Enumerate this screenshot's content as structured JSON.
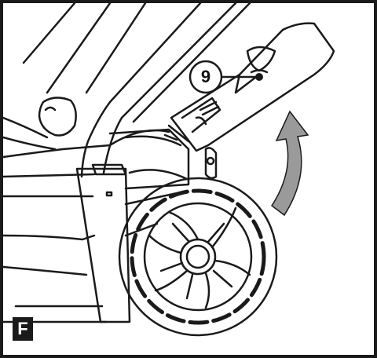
{
  "figure": {
    "panel_label": "F",
    "callout_number": "9",
    "icons": {
      "lawnmower": "lawnmower-illustration",
      "arrow": "rotate-up-arrow-icon",
      "wheel": "rear-wheel-icon"
    },
    "colors": {
      "line": "#1a1a1a",
      "arrow": "#9a9a9a",
      "frame": "#1a1a1a",
      "background": "#ffffff"
    }
  }
}
